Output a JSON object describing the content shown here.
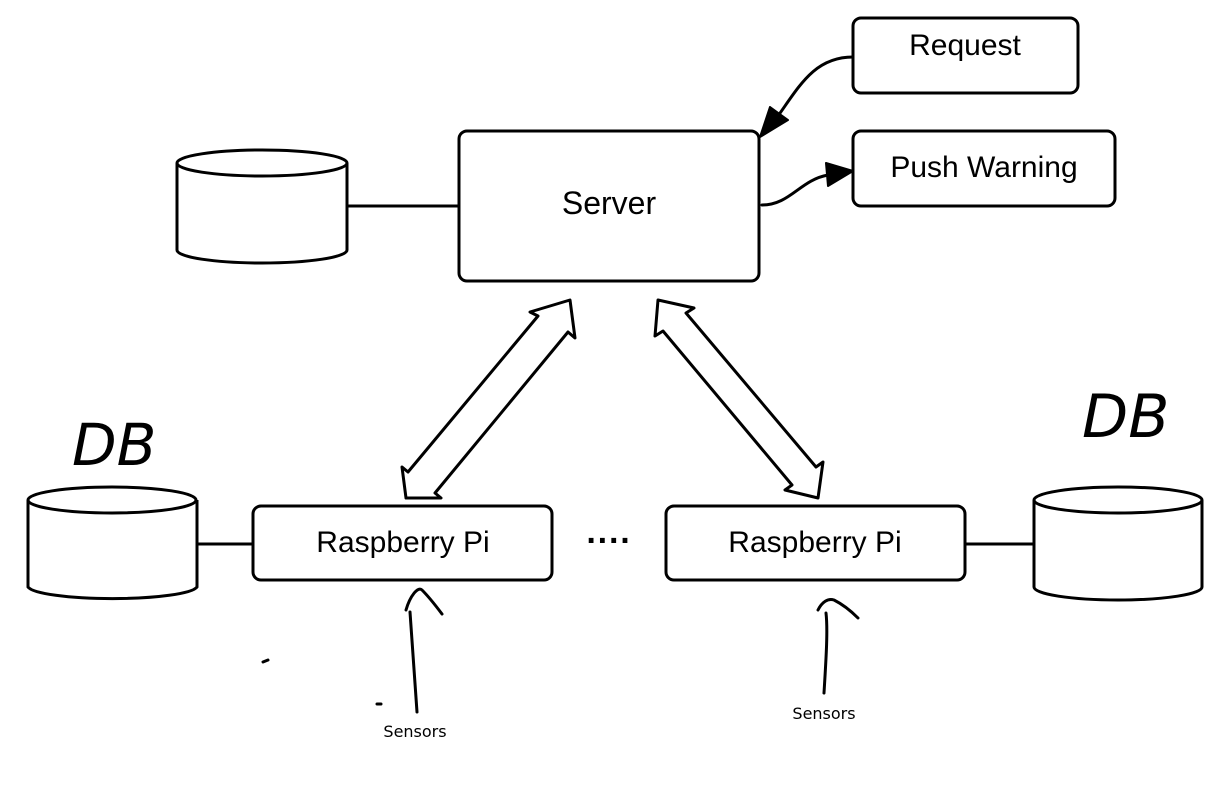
{
  "nodes": {
    "server": {
      "label": "Server"
    },
    "request": {
      "label": "Request"
    },
    "push_warning": {
      "label": "Push Warning"
    },
    "raspberry_pi_left": {
      "label": "Raspberry Pi"
    },
    "raspberry_pi_right": {
      "label": "Raspberry Pi"
    },
    "ellipsis": {
      "label": "····"
    }
  },
  "databases": {
    "left": {
      "label": "DB"
    },
    "right": {
      "label": "DB"
    }
  },
  "sensors": {
    "left": {
      "label": "Sensors"
    },
    "right": {
      "label": "Sensors"
    }
  },
  "colors": {
    "stroke": "#000000",
    "background": "#ffffff"
  }
}
